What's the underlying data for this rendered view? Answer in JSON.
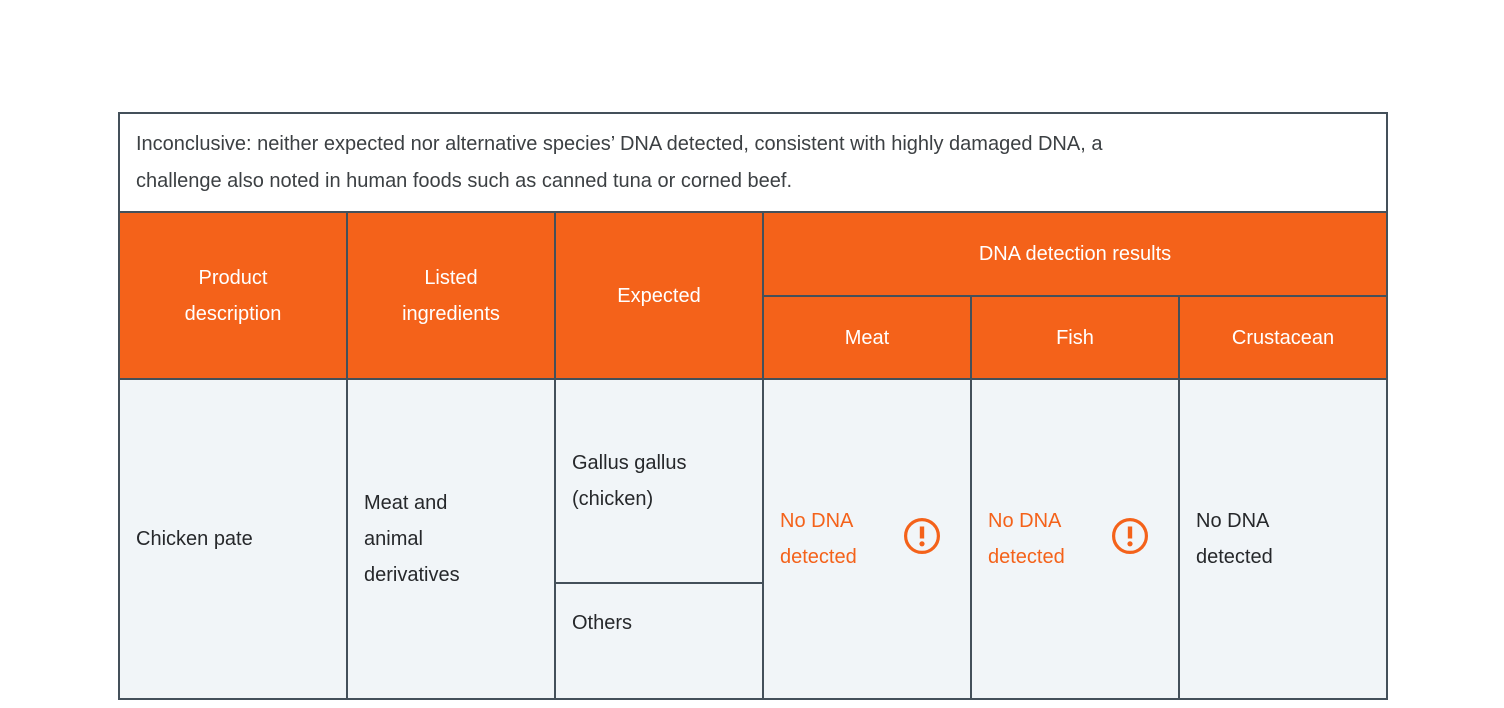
{
  "colors": {
    "accent_orange": "#F4621A",
    "table_border": "#44505A",
    "cell_background": "#F1F5F8",
    "body_text": "#26282B",
    "note_text": "#3C4043",
    "header_text": "#FFFFFF"
  },
  "note": {
    "text": "Inconclusive: neither expected nor alternative species’ DNA detected, consistent with highly damaged DNA, a\nchallenge also noted in human foods such as canned tuna or corned beef."
  },
  "header": {
    "product": "Product\ndescription",
    "ingredients": "Listed\ningredients",
    "expected": "Expected",
    "dna_group": "DNA detection results",
    "meat": "Meat",
    "fish": "Fish",
    "crustacean": "Crustacean"
  },
  "row": {
    "product": "Chicken pate",
    "ingredients": "Meat and\nanimal\nderivatives",
    "expected_primary": "Gallus gallus\n(chicken)",
    "expected_secondary": "Others",
    "results": {
      "meat": {
        "text": "No DNA\ndetected",
        "status": "warning",
        "icon": "exclamation-circle"
      },
      "fish": {
        "text": "No DNA\ndetected",
        "status": "warning",
        "icon": "exclamation-circle"
      },
      "crustacean": {
        "text": "No DNA\ndetected",
        "status": "normal",
        "icon": "none"
      }
    }
  }
}
